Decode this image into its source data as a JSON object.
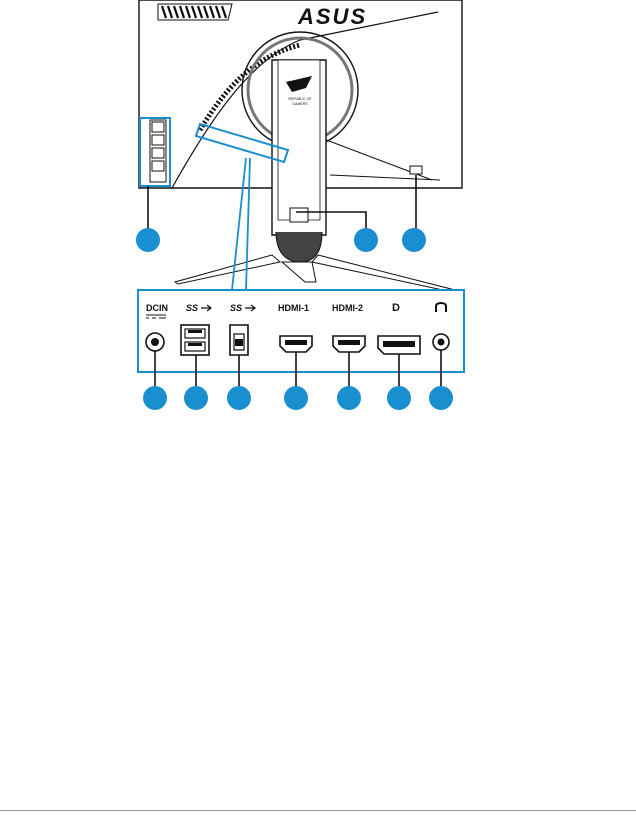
{
  "brand": "ASUS",
  "rog_text": [
    "REPUBLIC OF",
    "GAMERS"
  ],
  "ports": {
    "dcin": "DCIN",
    "usb_a": "SS",
    "usb_b": "SS",
    "hdmi1": "HDMI-1",
    "hdmi2": "HDMI-2",
    "displayport": "D",
    "earphone": ""
  },
  "colors": {
    "accent": "#1a8fd0",
    "line": "#111111"
  },
  "callouts": [
    "callout-circle",
    "callout-circle",
    "callout-circle",
    "callout-circle",
    "callout-circle",
    "callout-circle",
    "callout-circle",
    "callout-circle",
    "callout-circle",
    "callout-circle"
  ]
}
